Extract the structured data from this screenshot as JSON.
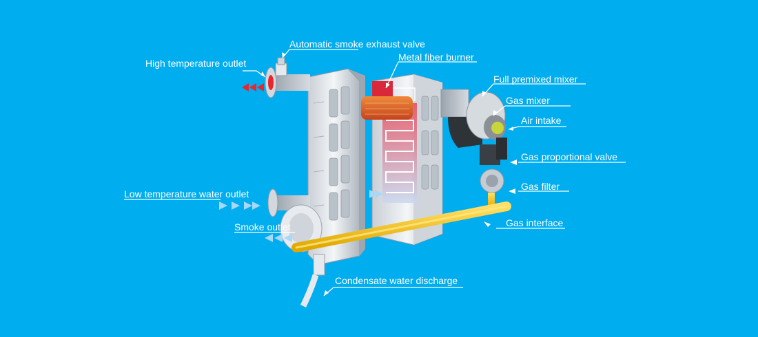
{
  "colors": {
    "background": "#00adef",
    "label_text": "#ffffff",
    "gas_pipe": "#f7c51e",
    "hot_arrow": "#e8262e",
    "cool_arrow": "#a8d8f5",
    "flame": "#e0662a"
  },
  "labels": {
    "automatic_smoke_exhaust_valve": "Automatic smoke exhaust valve",
    "high_temperature_outlet": "High temperature outlet",
    "metal_fiber_burner": "Metal fiber burner",
    "full_premixed_mixer": "Full premixed mixer",
    "gas_mixer": "Gas mixer",
    "air_intake": "Air intake",
    "gas_proportional_valve": "Gas proportional valve",
    "gas_filter": "Gas filter",
    "low_temperature_water_outlet": "Low temperature water outlet",
    "smoke_outlet": "Smoke outlet",
    "gas_interface": "Gas interface",
    "condensate_water_discharge": "Condensate water discharge"
  }
}
